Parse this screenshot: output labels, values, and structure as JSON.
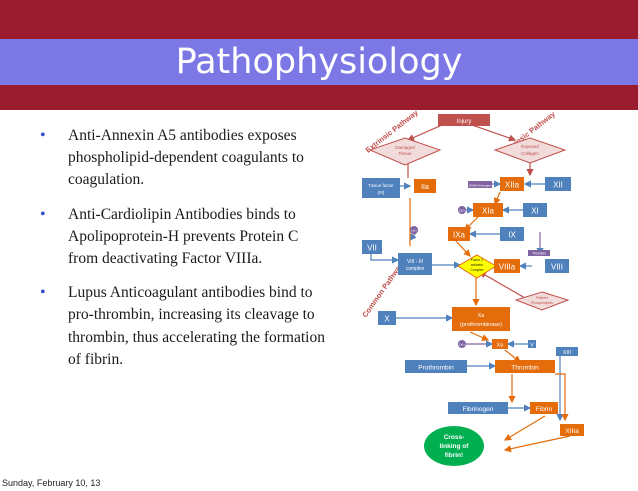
{
  "title": "Pathophysiology",
  "bullets": [
    "Anti-Annexin A5 antibodies exposes phospholipid-dependent coagulants to coagulation.",
    "Anti-Cardiolipin Antibodies binds to Apolipoprotein-H prevents Protein C from deactivating Factor VIIIa.",
    "Lupus Anticoagulant antibodies bind to pro-thrombin, increasing its cleavage to thrombin, thus accelerating the formation of fibrin."
  ],
  "footer": "Sunday, February 10, 13",
  "diagram": {
    "injury": "Injury",
    "extrinsic_pathway": "Extrinsic Pathway",
    "intrinsic_pathway": "Intrinsic Pathway",
    "common_pathway": "Common Pathway",
    "damaged_tissue": [
      "Damaged",
      "Tissue"
    ],
    "exposed_collagen": [
      "Exposed",
      "Collagen"
    ],
    "tissue_factor": [
      "Tissue factor",
      "(III)"
    ],
    "iia": "IIa",
    "hmw_kininogen": "HMW Kininogen",
    "xiia": "XIIa",
    "xii": "XII",
    "ca_top": "Ca2+",
    "xia": "XIa",
    "xi": "XI",
    "ca_mid": "Ca2+",
    "ixa": "IXa",
    "ix": "IX",
    "vii": "VII",
    "viii_complex": [
      "VIII - III",
      "complex"
    ],
    "factor_x_complex": [
      "Factor X",
      "activator",
      "Complex"
    ],
    "thrombin_small": "Thrombin",
    "viiia": "VIIIa",
    "viii": "VIII",
    "platelet_phospholipids": [
      "Platelet",
      "Phospholipids"
    ],
    "x": "X",
    "xa": [
      "Xa",
      "(prothrombinase)"
    ],
    "ca_low": "Ca2+",
    "xa_small": "Xa",
    "v": "V",
    "prothrombin": "Prothrombin",
    "thrombin": "Thrombin",
    "xiii": "XIII",
    "fibrinogen": "Fibrinogen",
    "fibrin": "Fibrin",
    "xiiia": "XIIIa",
    "crosslinking": [
      "Cross-",
      "linking of",
      "fibrin!"
    ]
  },
  "colors": {
    "band": "#9b1c2e",
    "title_bar": "#7b78e6",
    "blue": "#4f81bd",
    "orange": "#e46c0a",
    "red": "#c0504d",
    "purple": "#8064a2",
    "green": "#00b050",
    "yellow": "#ffff00",
    "bullet": "#2f4fd0"
  }
}
